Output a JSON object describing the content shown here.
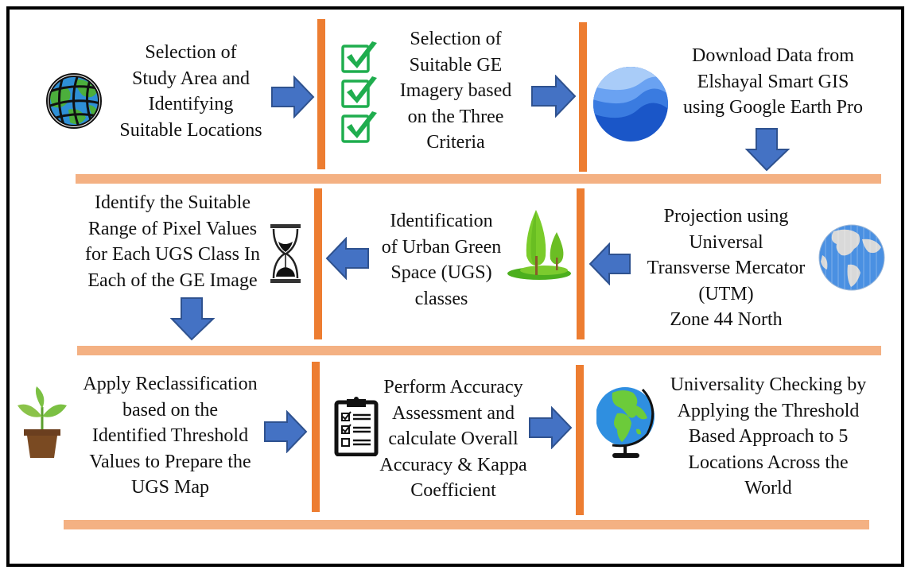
{
  "title": "Workflow for threshold-based Urban Green Space mapping",
  "colors": {
    "frame": "#000000",
    "row_separator": "#F4B183",
    "column_separator": "#ED7D31",
    "arrow_fill": "#4472C4",
    "arrow_stroke": "#2F528F"
  },
  "steps": [
    {
      "id": 1,
      "icon": "globe-grid-icon",
      "lines": [
        "Selection of",
        "Study Area and",
        "Identifying",
        "Suitable Locations"
      ]
    },
    {
      "id": 2,
      "icon": "checklist-checkboxes-icon",
      "lines": [
        "Selection of",
        "Suitable GE",
        "Imagery based",
        "on the Three",
        "Criteria"
      ]
    },
    {
      "id": 3,
      "icon": "google-earth-logo-icon",
      "lines": [
        "Download Data from",
        "Elshayal Smart GIS",
        "using Google Earth Pro"
      ]
    },
    {
      "id": 4,
      "icon": "hourglass-icon",
      "lines": [
        "Identify the Suitable",
        "Range of Pixel Values",
        "for Each UGS Class In",
        "Each of the GE Image"
      ]
    },
    {
      "id": 5,
      "icon": "trees-icon",
      "lines": [
        "Identification",
        "of Urban Green",
        "Space (UGS)",
        "classes"
      ]
    },
    {
      "id": 6,
      "icon": "globe-projection-icon",
      "lines": [
        "Projection using",
        "Universal",
        "Transverse Mercator",
        "(UTM)",
        "Zone 44 North"
      ]
    },
    {
      "id": 7,
      "icon": "potted-plant-icon",
      "lines": [
        "Apply Reclassification",
        "based on the",
        "Identified Threshold",
        "Values to Prepare the",
        "UGS Map"
      ]
    },
    {
      "id": 8,
      "icon": "clipboard-checklist-icon",
      "lines": [
        "Perform Accuracy",
        "Assessment and",
        "calculate Overall",
        "Accuracy & Kappa",
        "Coefficient"
      ]
    },
    {
      "id": 9,
      "icon": "desk-globe-icon",
      "lines": [
        "Universality Checking by",
        "Applying the Threshold",
        "Based Approach to 5",
        "Locations Across the",
        "World"
      ]
    }
  ],
  "arrows": [
    {
      "from": 1,
      "to": 2,
      "direction": "right"
    },
    {
      "from": 2,
      "to": 3,
      "direction": "right"
    },
    {
      "from": 3,
      "to": 6,
      "direction": "down"
    },
    {
      "from": 6,
      "to": 5,
      "direction": "left"
    },
    {
      "from": 5,
      "to": 4,
      "direction": "left"
    },
    {
      "from": 4,
      "to": 7,
      "direction": "down"
    },
    {
      "from": 7,
      "to": 8,
      "direction": "right"
    },
    {
      "from": 8,
      "to": 9,
      "direction": "right"
    }
  ]
}
